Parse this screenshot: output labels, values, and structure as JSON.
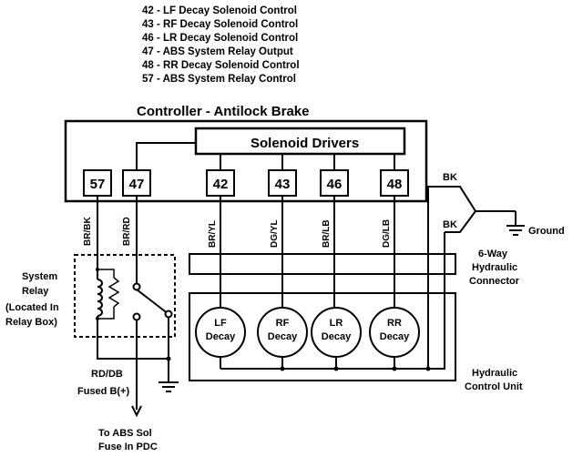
{
  "legend": [
    "42 - LF Decay Solenoid Control",
    "43 - RF Decay Solenoid Control",
    "46 - LR Decay Solenoid Control",
    "47 - ABS System Relay Output",
    "48 - RR Decay Solenoid Control",
    "57 - ABS System Relay Control"
  ],
  "controller": {
    "title": "Controller - Antilock Brake",
    "drivers_label": "Solenoid Drivers",
    "pins": [
      "57",
      "47",
      "42",
      "43",
      "46",
      "48"
    ]
  },
  "wires": [
    "BR/BK",
    "BR/RD",
    "BR/YL",
    "DG/YL",
    "BR/LB",
    "DG/LB"
  ],
  "relay": {
    "label": [
      "System",
      "Relay",
      "(Located In",
      "Relay Box)"
    ]
  },
  "fused_label": [
    "RD/DB",
    "Fused B(+)"
  ],
  "fuse_label": [
    "To ABS Sol",
    "Fuse In PDC"
  ],
  "ground": {
    "bk_top": "BK",
    "bk_bottom": "BK",
    "label": "Ground"
  },
  "connector_label": [
    "6-Way",
    "Hydraulic",
    "Connector"
  ],
  "hcu_label": [
    "Hydraulic",
    "Control Unit"
  ],
  "solenoids": [
    {
      "line1": "LF",
      "line2": "Decay"
    },
    {
      "line1": "RF",
      "line2": "Decay"
    },
    {
      "line1": "LR",
      "line2": "Decay"
    },
    {
      "line1": "RR",
      "line2": "Decay"
    }
  ]
}
